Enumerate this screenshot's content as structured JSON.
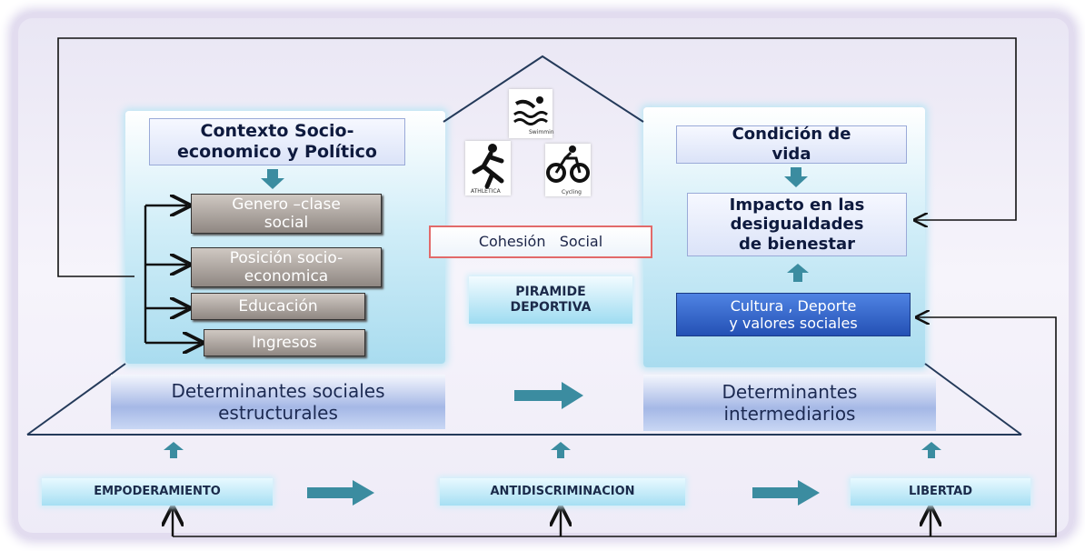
{
  "left": {
    "header": [
      "Contexto Socio-",
      "economico y Político"
    ],
    "items": [
      [
        "Genero –clase",
        "social"
      ],
      [
        "Posición socio-",
        "economica"
      ],
      [
        "Educación"
      ],
      [
        "Ingresos"
      ]
    ],
    "base": [
      "Determinantes sociales",
      "estructurales"
    ]
  },
  "center": {
    "cohesion": "Cohesión   Social",
    "piramide": [
      "PIRAMIDE",
      "DEPORTIVA"
    ],
    "icons": [
      {
        "name": "swimming-icon",
        "caption": "Swimmin"
      },
      {
        "name": "athletics-icon",
        "caption": "ATHLETICA"
      },
      {
        "name": "cycling-icon",
        "caption": "Cycling"
      }
    ]
  },
  "right": {
    "header": [
      "Condición de",
      "vida"
    ],
    "impact": [
      "Impacto en las",
      "desigualdades",
      "de bienestar"
    ],
    "cultura": [
      "Cultura , Deporte",
      "y valores sociales"
    ],
    "base": [
      "Determinantes",
      "intermediarios"
    ]
  },
  "bottom": {
    "labels": [
      "EMPODERAMIENTO",
      "ANTIDISCRIMINACION",
      "LIBERTAD"
    ]
  },
  "colors": {
    "teal_arrow": "#3b8ca0",
    "cohesion_border": "#e26a6a",
    "cultura_bg": "#2f64c9"
  }
}
